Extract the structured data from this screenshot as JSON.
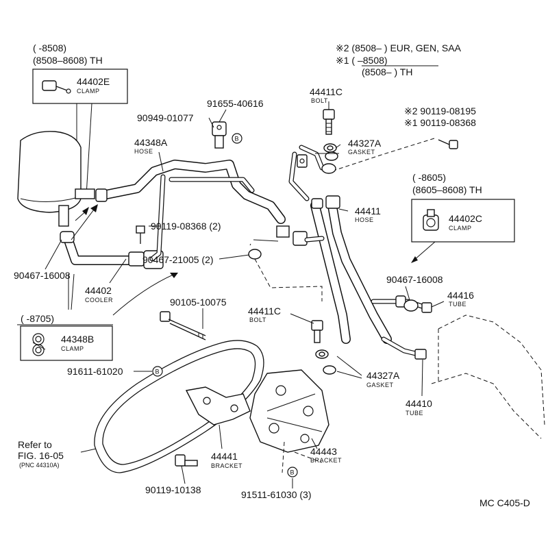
{
  "notes_top_left": {
    "line1": "(      -8508)",
    "line2": "(8508–8608) TH"
  },
  "notes_top_right": {
    "line1": "※2 (8508–        ) EUR, GEN, SAA",
    "line2": "※1 (        –8508)",
    "line3": "(8508–        ) TH"
  },
  "notes_mid_right": {
    "line1": "(      -8605)",
    "line2": "(8605–8608) TH"
  },
  "notes_mid_left": {
    "line1": "(      -8705)"
  },
  "boxes": {
    "clamp_e": {
      "number": "44402E",
      "desc": "CLAMP"
    },
    "clamp_c": {
      "number": "44402C",
      "desc": "CLAMP"
    },
    "clamp_b": {
      "number": "44348B",
      "desc": "CLAMP"
    }
  },
  "labels": {
    "p91655": "91655-40616",
    "p90949": "90949-01077",
    "p44348A": "44348A",
    "p44348A_sub": "HOSE",
    "p44411C_top": "44411C",
    "p44411C_top_sub": "BOLT",
    "p44327A_top": "44327A",
    "p44327A_top_sub": "GASKET",
    "p90119_08195": "※2  90119-08195",
    "p90119_08368_top": "※1  90119-08368",
    "p90119_08368": "90119-08368 (2)",
    "p44411": "44411",
    "p44411_sub": "HOSE",
    "p90467_21005": "90467-21005 (2)",
    "p90467_16008_l": "90467-16008",
    "p44402": "44402",
    "p44402_sub": "COOLER",
    "p90105": "90105-10075",
    "p44411C_mid": "44411C",
    "p44411C_mid_sub": "BOLT",
    "p90467_16008_r": "90467-16008",
    "p44416": "44416",
    "p44416_sub": "TUBE",
    "p44327A_mid": "44327A",
    "p44327A_mid_sub": "GASKET",
    "p44410": "44410",
    "p44410_sub": "TUBE",
    "p91611": "91611-61020",
    "p44441": "44441",
    "p44441_sub": "BRACKET",
    "p44443": "44443",
    "p44443_sub": "BRACKET",
    "p90119_10138": "90119-10138",
    "p91511": "91511-61030 (3)",
    "refer1": "Refer to",
    "refer2": "FIG. 16-05",
    "refer3": "(PNC 44310A)",
    "code": "MC C405-D",
    "b_mark": "B"
  }
}
